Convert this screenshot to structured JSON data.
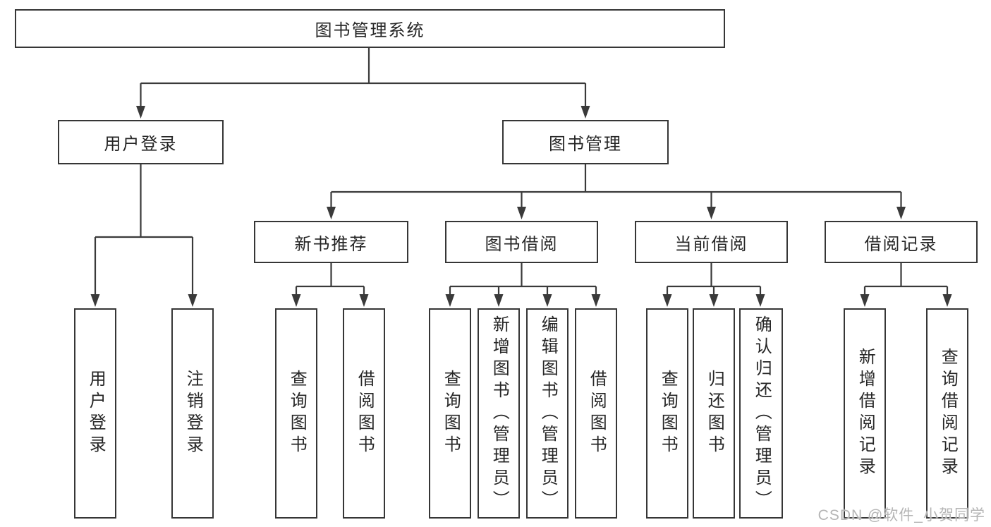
{
  "colors": {
    "line": "#3a3a3a",
    "box_border": "#363636",
    "text": "#262626",
    "watermark_text": "#b5b5b5",
    "background": "#ffffff"
  },
  "root": {
    "label": "图书管理系统"
  },
  "level2": {
    "user_login": {
      "label": "用户登录"
    },
    "book_management": {
      "label": "图书管理"
    }
  },
  "level3": {
    "new_book_recommend": {
      "label": "新书推荐"
    },
    "book_borrow": {
      "label": "图书借阅"
    },
    "current_borrow": {
      "label": "当前借阅"
    },
    "borrow_records": {
      "label": "借阅记录"
    }
  },
  "leaves": {
    "user_login": [
      "用户登录",
      "注销登录"
    ],
    "new_book_recommend": [
      "查询图书",
      "借阅图书"
    ],
    "book_borrow": [
      "查询图书",
      "新增图书（管理员）",
      "编辑图书（管理员）",
      "借阅图书"
    ],
    "current_borrow": [
      "查询图书",
      "归还图书",
      "确认归还（管理员）"
    ],
    "borrow_records": [
      "新增借阅记录",
      "查询借阅记录"
    ]
  },
  "watermark": "CSDN @软件_小贺同学"
}
